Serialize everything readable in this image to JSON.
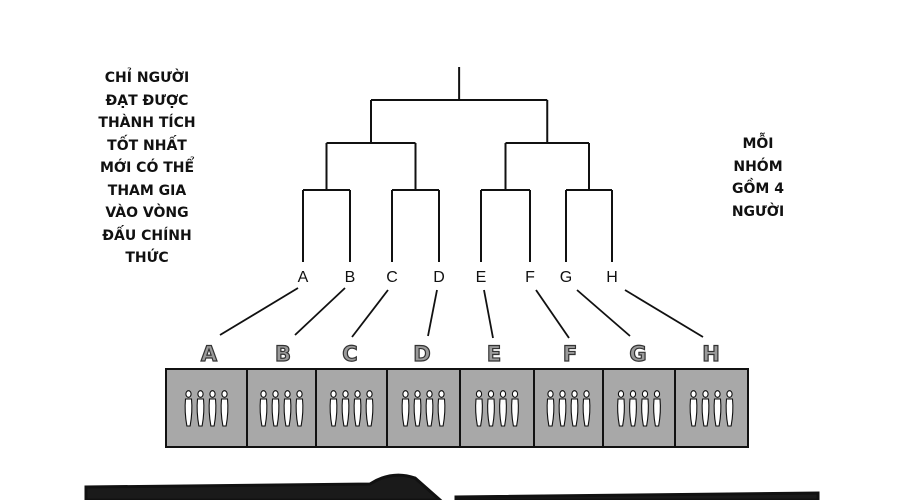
{
  "captions": {
    "left": [
      "CHỈ NGƯỜI",
      "ĐẠT ĐƯỢC",
      "THÀNH TÍCH",
      "TỐT NHẤT",
      "MỚI CÓ THỂ",
      "THAM GIA",
      "VÀO VÒNG",
      "ĐẤU CHÍNH",
      "THỨC"
    ],
    "right": [
      "MỖI",
      "NHÓM",
      "GỒM 4",
      "NGƯỜI"
    ]
  },
  "bracket": {
    "slots": [
      "A",
      "B",
      "C",
      "D",
      "E",
      "F",
      "G",
      "H"
    ]
  },
  "groups": [
    {
      "label": "A",
      "players": 4
    },
    {
      "label": "B",
      "players": 4
    },
    {
      "label": "C",
      "players": 4
    },
    {
      "label": "D",
      "players": 4
    },
    {
      "label": "E",
      "players": 4
    },
    {
      "label": "F",
      "players": 4
    },
    {
      "label": "G",
      "players": 4
    },
    {
      "label": "H",
      "players": 4
    }
  ],
  "colors": {
    "ink": "#111111",
    "box_fill": "#a8a8a8",
    "figure_fill": "#ffffff",
    "group_label_fill": "#9a9a9a"
  }
}
